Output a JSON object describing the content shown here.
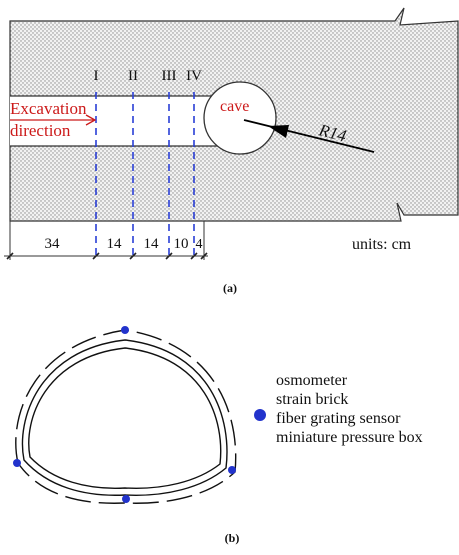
{
  "panel_a": {
    "section_labels": [
      "I",
      "II",
      "III",
      "IV"
    ],
    "excavation_label_line1": "Excavation",
    "excavation_label_line2": "direction",
    "cave_label": "cave",
    "radius_label": "R14",
    "dimensions": [
      "34",
      "14",
      "14",
      "10",
      "4"
    ],
    "units_label": "units: cm",
    "caption": "(a)"
  },
  "panel_b": {
    "legend": [
      "osmometer",
      "strain brick",
      "fiber grating sensor",
      "miniature pressure box"
    ],
    "caption": "(b)"
  },
  "colors": {
    "excavation_red": "#cc1a1a",
    "section_line_blue": "#2a3fd6",
    "sensor_dot": "#2233cc"
  }
}
